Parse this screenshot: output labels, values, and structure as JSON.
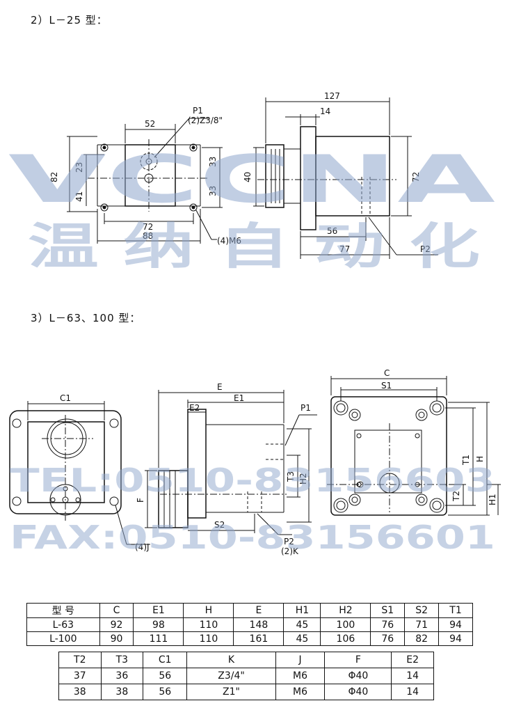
{
  "section1": {
    "heading": "2）L－25 型：",
    "labels": {
      "p1": "P1",
      "port": "(2)Z3/8\"",
      "d52": "52",
      "d82": "82",
      "d23": "23",
      "d41": "41",
      "d33a": "33",
      "d33b": "33",
      "d72": "72",
      "d88": "88",
      "bolt": "(4)M6",
      "d127": "127",
      "d14": "14",
      "d40": "40",
      "d72side": "72",
      "d56": "56",
      "d77": "77",
      "p2": "P2"
    }
  },
  "section2": {
    "heading": "3）L－63、100 型：",
    "labels": {
      "c1": "C1",
      "bolt": "(4)J",
      "e": "E",
      "e1": "E1",
      "e2": "E2",
      "p1": "P1",
      "f": "F",
      "t3": "T3",
      "h2": "H2",
      "s2": "S2",
      "p2": "P2",
      "k": "(2)K",
      "c": "C",
      "s1": "S1",
      "t1": "T1",
      "h": "H",
      "t2": "T2",
      "h1": "H1"
    }
  },
  "watermark": {
    "brand": "VCCNA",
    "company": "温 纳 自 动 化",
    "tel": "TEL:0510-83156603",
    "fax": "FAX:0510-83156601"
  },
  "table1": {
    "headers": [
      "型 号",
      "C",
      "E1",
      "H",
      "E",
      "H1",
      "H2",
      "S1",
      "S2",
      "T1"
    ],
    "rows": [
      [
        "L-63",
        "92",
        "98",
        "110",
        "148",
        "45",
        "100",
        "76",
        "71",
        "94"
      ],
      [
        "L-100",
        "90",
        "111",
        "110",
        "161",
        "45",
        "106",
        "76",
        "82",
        "94"
      ]
    ]
  },
  "table2": {
    "headers": [
      "T2",
      "T3",
      "C1",
      "K",
      "J",
      "F",
      "E2"
    ],
    "rows": [
      [
        "37",
        "36",
        "56",
        "Z3/4\"",
        "M6",
        "Φ40",
        "14"
      ],
      [
        "38",
        "38",
        "56",
        "Z1\"",
        "M6",
        "Φ40",
        "14"
      ]
    ]
  }
}
